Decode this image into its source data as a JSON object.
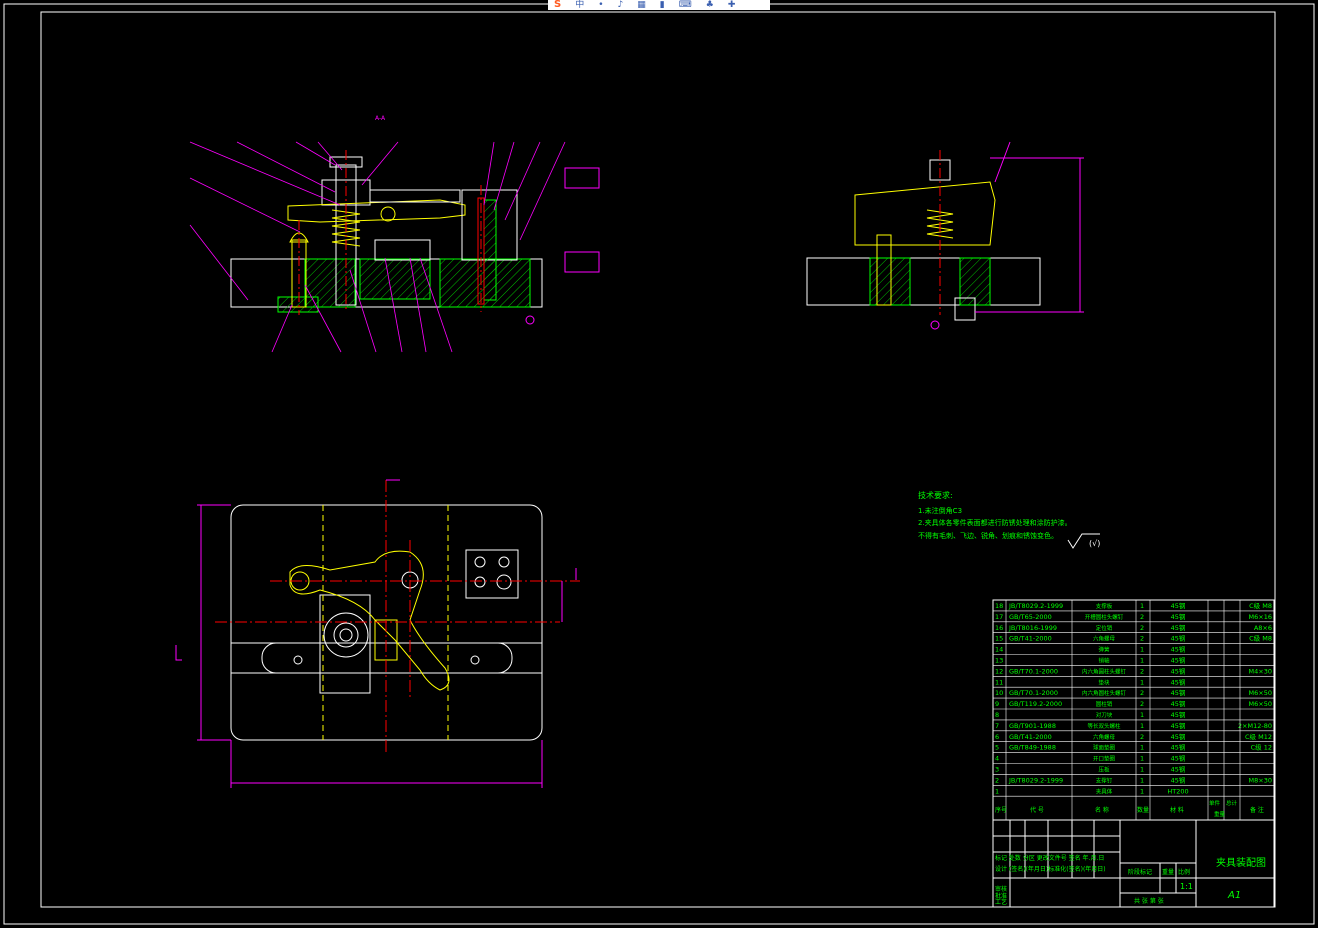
{
  "toolbar": {
    "logo": "S",
    "icons": [
      "中",
      "•",
      "♪",
      "▦",
      "▮",
      "⌨",
      "♣",
      "✚"
    ]
  },
  "tech_requirements": {
    "title": "技术要求:",
    "line1": "1.未注倒角C3",
    "line2": "2.夹具体各零件表面都进行防锈处理和涂防护漆。",
    "line3": "不得有毛刺、飞边、锐角、划痕和锈蚀变色。",
    "surface_mark": "(√)"
  },
  "bom": {
    "rows": [
      {
        "no": "18",
        "code": "JB/T8029.2-1999",
        "name": "支撑板",
        "qty": "1",
        "mat": "45钢",
        "note": "C级 M8"
      },
      {
        "no": "17",
        "code": "GB/T65-2000",
        "name": "开槽圆柱头螺钉",
        "qty": "2",
        "mat": "45钢",
        "note": "M6×16"
      },
      {
        "no": "16",
        "code": "JB/T8016-1999",
        "name": "定位销",
        "qty": "2",
        "mat": "45钢",
        "note": "A8×6"
      },
      {
        "no": "15",
        "code": "GB/T41-2000",
        "name": "六角螺母",
        "qty": "2",
        "mat": "45钢",
        "note": "C级 M8"
      },
      {
        "no": "14",
        "code": "",
        "name": "弹簧",
        "qty": "1",
        "mat": "45钢",
        "note": ""
      },
      {
        "no": "13",
        "code": "",
        "name": "销轴",
        "qty": "1",
        "mat": "45钢",
        "note": ""
      },
      {
        "no": "12",
        "code": "GB/T70.1-2000",
        "name": "内六角圆柱头螺钉",
        "qty": "2",
        "mat": "45钢",
        "note": "M4×30"
      },
      {
        "no": "11",
        "code": "",
        "name": "垫块",
        "qty": "1",
        "mat": "45钢",
        "note": ""
      },
      {
        "no": "10",
        "code": "GB/T70.1-2000",
        "name": "内六角圆柱头螺钉",
        "qty": "2",
        "mat": "45钢",
        "note": "M6×50"
      },
      {
        "no": "9",
        "code": "GB/T119.2-2000",
        "name": "圆柱销",
        "qty": "2",
        "mat": "45钢",
        "note": "M6×50"
      },
      {
        "no": "8",
        "code": "",
        "name": "对刀块",
        "qty": "1",
        "mat": "45钢",
        "note": ""
      },
      {
        "no": "7",
        "code": "GB/T901-1988",
        "name": "等长双头螺柱",
        "qty": "1",
        "mat": "45钢",
        "note": "2×M12-80"
      },
      {
        "no": "6",
        "code": "GB/T41-2000",
        "name": "六角螺母",
        "qty": "2",
        "mat": "45钢",
        "note": "C级 M12"
      },
      {
        "no": "5",
        "code": "GB/T849-1988",
        "name": "球面垫圈",
        "qty": "1",
        "mat": "45钢",
        "note": "C级 12"
      },
      {
        "no": "4",
        "code": "",
        "name": "开口垫圈",
        "qty": "1",
        "mat": "45钢",
        "note": ""
      },
      {
        "no": "3",
        "code": "",
        "name": "压板",
        "qty": "1",
        "mat": "45钢",
        "note": ""
      },
      {
        "no": "2",
        "code": "JB/T8029.2-1999",
        "name": "支撑钉",
        "qty": "1",
        "mat": "45钢",
        "note": "M8×30"
      },
      {
        "no": "1",
        "code": "",
        "name": "夹具体",
        "qty": "1",
        "mat": "HT200",
        "note": ""
      }
    ],
    "header": {
      "no": "序号",
      "code": "代 号",
      "name": "名 称",
      "qty": "数量",
      "mat": "材 料",
      "unit": "单件",
      "total": "总计",
      "weight": "重量",
      "note": "备 注"
    }
  },
  "title_block": {
    "drawing_name": "夹具装配图",
    "sheet_size": "A1",
    "scale": "1:1",
    "scale_label": "比例",
    "weight_label": "重量",
    "stage_label": "阶段标记",
    "labels_row1": "标记 处数  分区  更改文件号  签名  年.月.日",
    "labels_row2": "设计 (签名)(年月日)标准化(签名)(年月日)",
    "review": "审核",
    "process": "工艺",
    "approve": "批准",
    "sheet_info": "共  张  第  张"
  },
  "views": {
    "section_label": "A-A"
  },
  "colors": {
    "background": "#000000",
    "frame": "#ffffff",
    "geometry": "#ffffff",
    "hatch": "#00ff00",
    "leaders": "#ff00ff",
    "centerline": "#ff0000",
    "hidden": "#ffff00",
    "bom_text": "#00ff00"
  }
}
